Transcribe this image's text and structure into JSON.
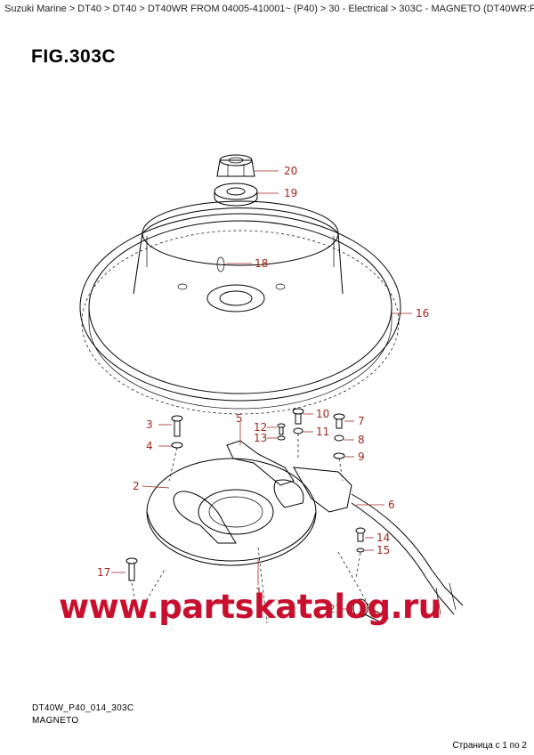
{
  "breadcrumb": {
    "items": [
      "Suzuki Marine",
      "DT40",
      "DT40",
      "DT40WR FROM 04005-410001~ (P40)",
      "30 - Electrical",
      "303C - MAGNETO (DT40WR:P40)"
    ],
    "separator": ">"
  },
  "figure": {
    "title": "FIG.303C"
  },
  "callouts": [
    "1",
    "2",
    "3",
    "4",
    "5",
    "6",
    "7",
    "8",
    "9",
    "10",
    "11",
    "12",
    "13",
    "14",
    "15",
    "16",
    "17",
    "18",
    "19",
    "20",
    "21"
  ],
  "watermark": "www.partskatalog.ru",
  "footer": {
    "code": "DT40W_P40_014_303C",
    "name": "MAGNETO",
    "pager": "Страница с 1 по 2"
  },
  "colors": {
    "callout": "#a0281e",
    "watermark": "#c8102e"
  }
}
